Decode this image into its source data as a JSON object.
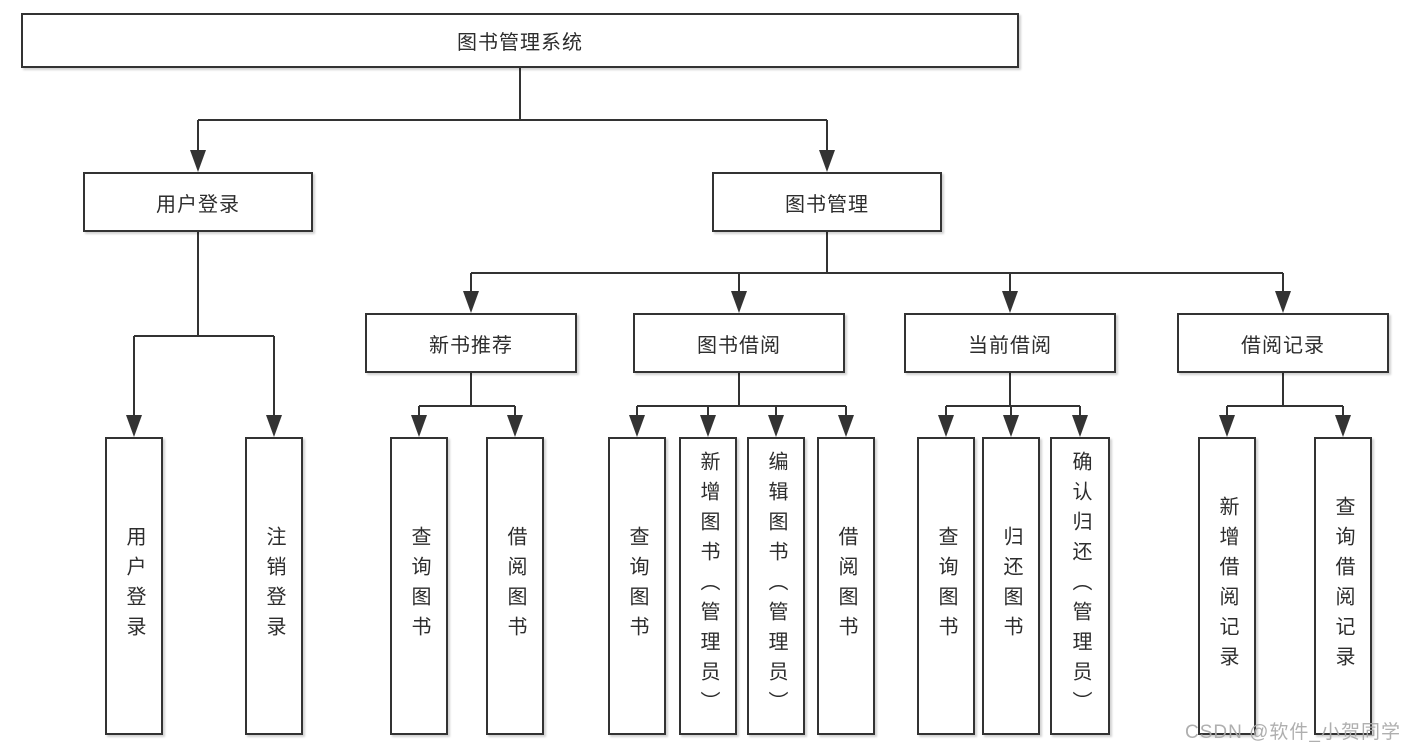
{
  "tree": {
    "root": {
      "label": "图书管理系统"
    },
    "children": [
      {
        "label": "用户登录",
        "children": [
          {
            "label": "用户登录"
          },
          {
            "label": "注销登录"
          }
        ]
      },
      {
        "label": "图书管理",
        "children": [
          {
            "label": "新书推荐",
            "children": [
              {
                "label": "查询图书"
              },
              {
                "label": "借阅图书"
              }
            ]
          },
          {
            "label": "图书借阅",
            "children": [
              {
                "label": "查询图书"
              },
              {
                "label": "新增图书（管理员）"
              },
              {
                "label": "编辑图书（管理员）"
              },
              {
                "label": "借阅图书"
              }
            ]
          },
          {
            "label": "当前借阅",
            "children": [
              {
                "label": "查询图书"
              },
              {
                "label": "归还图书"
              },
              {
                "label": "确认归还（管理员）"
              }
            ]
          },
          {
            "label": "借阅记录",
            "children": [
              {
                "label": "新增借阅记录"
              },
              {
                "label": "查询借阅记录"
              }
            ]
          }
        ]
      }
    ]
  },
  "watermark": {
    "text": "CSDN @软件_小贺同学"
  },
  "colors": {
    "line": "#333333",
    "border": "#333333",
    "text": "#2d2d2d",
    "background": "#ffffff",
    "watermark": "#ababab"
  }
}
